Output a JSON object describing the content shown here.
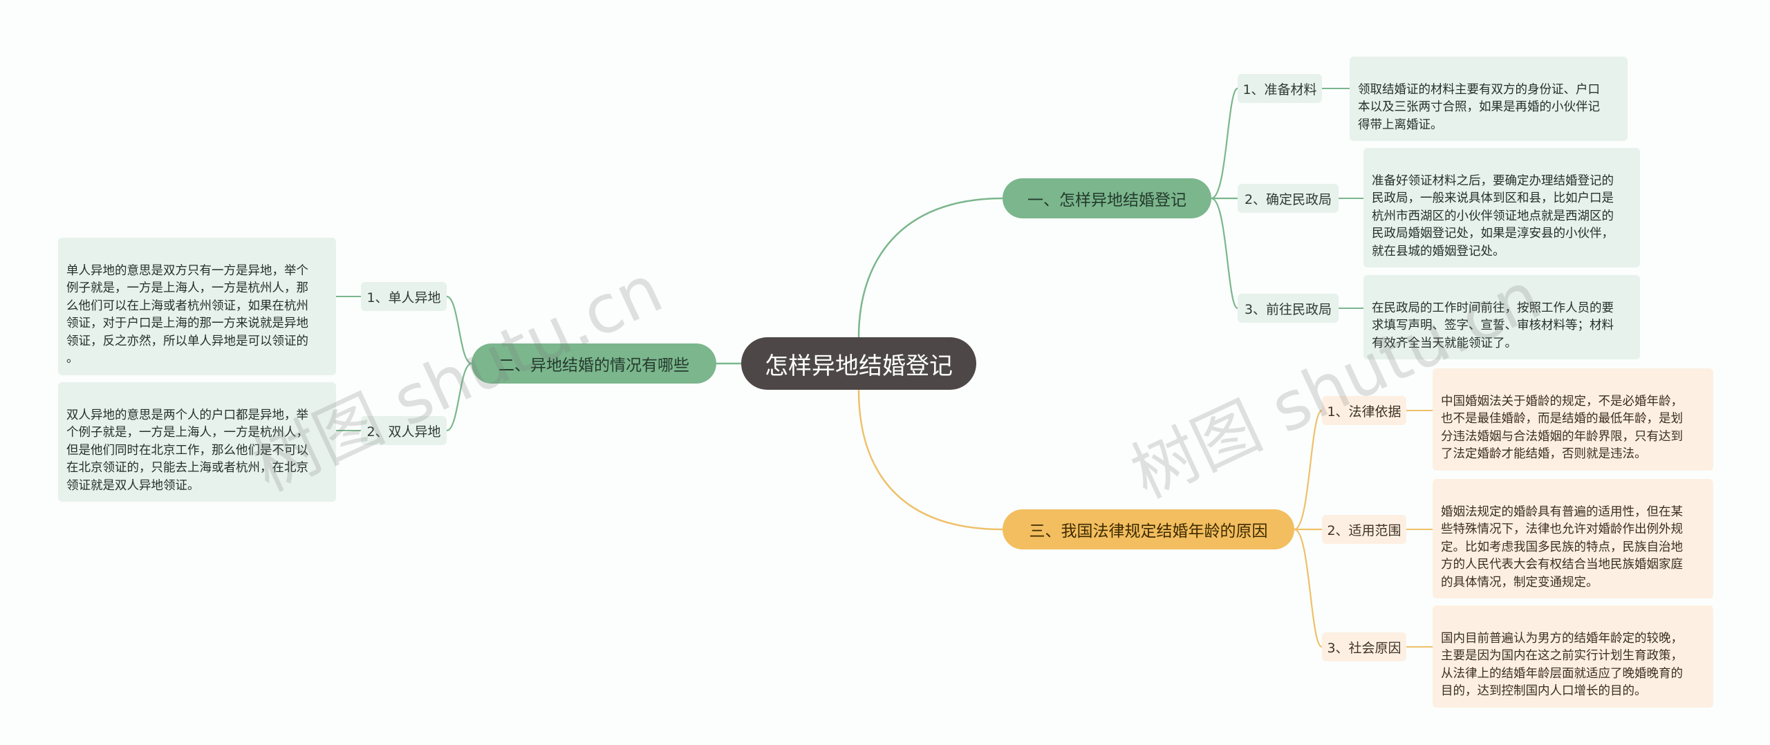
{
  "root": {
    "label": "怎样异地结婚登记"
  },
  "branches": [
    {
      "label": "一、怎样异地结婚登记",
      "children": [
        {
          "label": "1、准备材料",
          "text": "领取结婚证的材料主要有双方的身份证、户口\n本以及三张两寸合照，如果是再婚的小伙伴记\n得带上离婚证。"
        },
        {
          "label": "2、确定民政局",
          "text": "准备好领证材料之后，要确定办理结婚登记的\n民政局，一般来说具体到区和县，比如户口是\n杭州市西湖区的小伙伴领证地点就是西湖区的\n民政局婚姻登记处，如果是淳安县的小伙伴，\n就在县城的婚姻登记处。"
        },
        {
          "label": "3、前往民政局",
          "text": "在民政局的工作时间前往，按照工作人员的要\n求填写声明、签字、宣誓、审核材料等；材料\n有效齐全当天就能领证了。"
        }
      ]
    },
    {
      "label": "二、异地结婚的情况有哪些",
      "children": [
        {
          "label": "1、单人异地",
          "text": "单人异地的意思是双方只有一方是异地，举个\n例子就是，一方是上海人，一方是杭州人，那\n么他们可以在上海或者杭州领证，如果在杭州\n领证，对于户口是上海的那一方来说就是异地\n领证，反之亦然，所以单人异地是可以领证的\n。"
        },
        {
          "label": "2、双人异地",
          "text": "双人异地的意思是两个人的户口都是异地，举\n个例子就是，一方是上海人，一方是杭州人，\n但是他们同时在北京工作，那么他们是不可以\n在北京领证的，只能去上海或者杭州，在北京\n领证就是双人异地领证。"
        }
      ]
    },
    {
      "label": "三、我国法律规定结婚年龄的原因",
      "children": [
        {
          "label": "1、法律依据",
          "text": "中国婚姻法关于婚龄的规定，不是必婚年龄，\n也不是最佳婚龄，而是结婚的最低年龄，是划\n分违法婚姻与合法婚姻的年龄界限，只有达到\n了法定婚龄才能结婚，否则就是违法。"
        },
        {
          "label": "2、适用范围",
          "text": "婚姻法规定的婚龄具有普遍的适用性，但在某\n些特殊情况下，法律也允许对婚龄作出例外规\n定。比如考虑我国多民族的特点，民族自治地\n方的人民代表大会有权结合当地民族婚姻家庭\n的具体情况，制定变通规定。"
        },
        {
          "label": "3、社会原因",
          "text": "国内目前普遍认为男方的结婚年龄定的较晚，\n主要是因为国内在这之前实行计划生育政策，\n从法律上的结婚年龄层面就适应了晚婚晚育的\n目的，达到控制国内人口增长的目的。"
        }
      ]
    }
  ],
  "watermark": "树图 shutu.cn",
  "colors": {
    "root": "#4d4747",
    "green": "#7bb68d",
    "orange": "#f3be5f",
    "green_line": "#7bb68d",
    "orange_line": "#efc069"
  }
}
